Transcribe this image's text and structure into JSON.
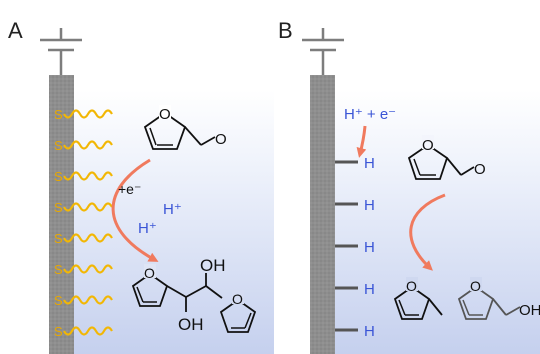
{
  "panels": [
    {
      "label": "A"
    },
    {
      "label": "B"
    }
  ],
  "panel_a": {
    "surface_atom": "S",
    "surface_atom_count": 8,
    "electron_label": "+e⁻",
    "proton_label": "H⁺",
    "proton_label_2": "H⁺",
    "product_oh_top": "OH",
    "product_oh_bottom": "OH"
  },
  "panel_b": {
    "reaction_label": "H⁺ + e⁻",
    "adsorbed_h": "H",
    "adsorbed_h_count": 5,
    "product_2_fragment": "OH"
  },
  "colors": {
    "electrode": "#8a8a8a",
    "arrow": "#f07a5e",
    "s_chain": "#f2b705",
    "h_label": "#3a55d6",
    "solution_top": "#ffffff",
    "solution_bottom": "#c7d2ef"
  }
}
